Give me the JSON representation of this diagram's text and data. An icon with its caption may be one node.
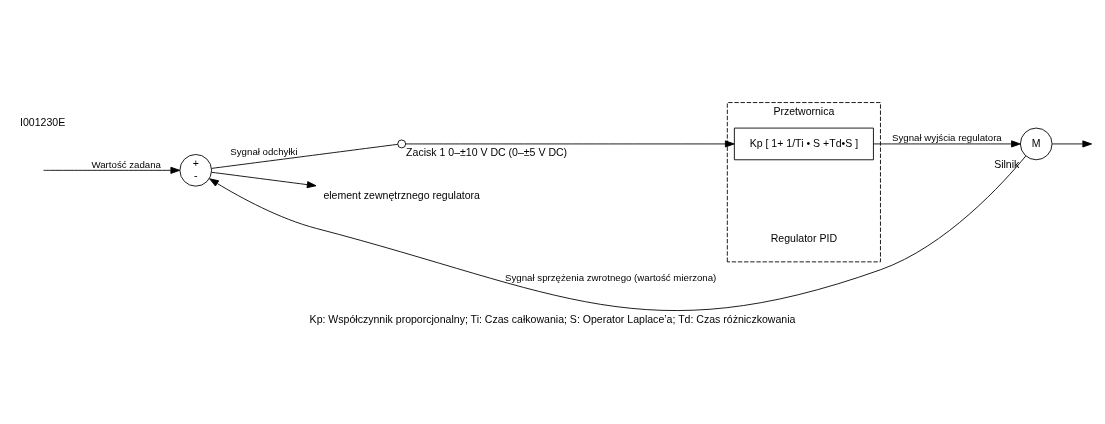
{
  "diagram": {
    "caption": "Kp: Współczynnik proporcjonalny; Ti: Czas całkowania; S: Operator Laplace’a; Td: Czas różniczkowania",
    "nodes": [
      {
        "text": [
          "Przetwornica",
          "Regulator PID"
        ]
      },
      {
        "text": [
          "Kp [ 1+ 1/Ti • S +Td•S ]"
        ],
        "in": 0
      },
      {
        "text": [
          "+",
          "-"
        ]
      },
      {
        "text": [],
        "shape": "circle",
        "beside": [
          "Zacisk 1 0–±10 V DC (0–±5 V DC)"
        ]
      },
      {
        "text": [
          "M"
        ],
        "beside": [
          "Silnik"
        ]
      },
      {
        "text": [
          "element zewnętrznego regulatora"
        ]
      }
    ],
    "edges": [
      {
        "from": null,
        "to": 2,
        "arrow": "to",
        "label": "Wartość zadana"
      },
      {
        "from": 2,
        "to": 3,
        "arrow": "none",
        "label": "Sygnał odchyłki"
      },
      {
        "from": 3,
        "to": 1,
        "arrow": "to"
      },
      {
        "from": 1,
        "to": 4,
        "arrow": "to",
        "label": "Sygnał wyjścia regulatora"
      },
      {
        "from": 4,
        "to": null,
        "arrow": "to"
      },
      {
        "from": 4,
        "to": 2,
        "arrow": "to",
        "label": "Sygnał sprzężenia zwrotnego (wartość mierzona)"
      },
      {
        "from": 2,
        "to": 5,
        "arrow": "to"
      }
    ],
    "labels": [
      "I001230E"
    ]
  }
}
